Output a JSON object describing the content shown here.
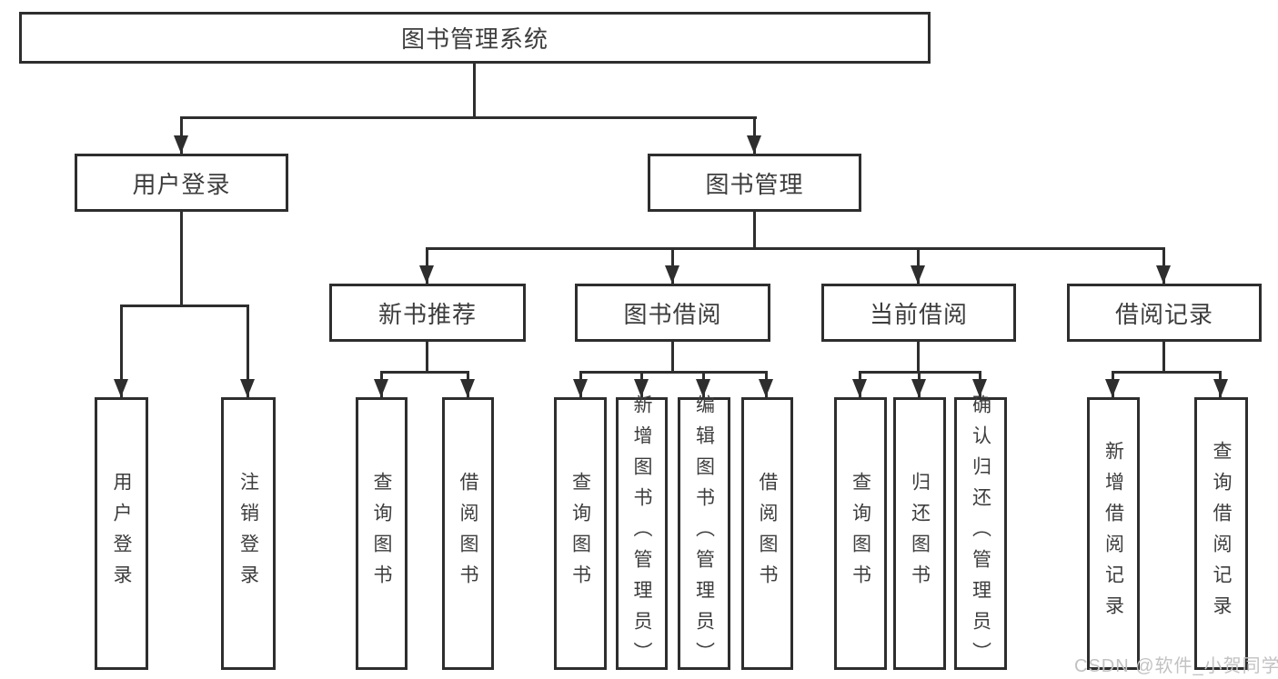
{
  "diagram_title": "图书管理系统",
  "tree": {
    "root": {
      "label": "图书管理系统"
    },
    "branches": [
      {
        "label": "用户登录",
        "children": [
          {
            "label": "用户登录"
          },
          {
            "label": "注销登录"
          }
        ]
      },
      {
        "label": "图书管理",
        "children": [
          {
            "label": "新书推荐",
            "children": [
              {
                "label": "查询图书"
              },
              {
                "label": "借阅图书"
              }
            ]
          },
          {
            "label": "图书借阅",
            "children": [
              {
                "label": "查询图书"
              },
              {
                "label": "新增图书（管理员）"
              },
              {
                "label": "编辑图书（管理员）"
              },
              {
                "label": "借阅图书"
              }
            ]
          },
          {
            "label": "当前借阅",
            "children": [
              {
                "label": "查询图书"
              },
              {
                "label": "归还图书"
              },
              {
                "label": "确认归还（管理员）"
              }
            ]
          },
          {
            "label": "借阅记录",
            "children": [
              {
                "label": "新增借阅记录"
              },
              {
                "label": "查询借阅记录"
              }
            ]
          }
        ]
      }
    ]
  },
  "watermark": "CSDN @软件_小贺同学",
  "colors": {
    "line": "#2e2e2e",
    "box_border": "#2e2e2e",
    "box_background": "#ffffff",
    "text": "#3d3d3d",
    "watermark": "#c2c2c2"
  }
}
